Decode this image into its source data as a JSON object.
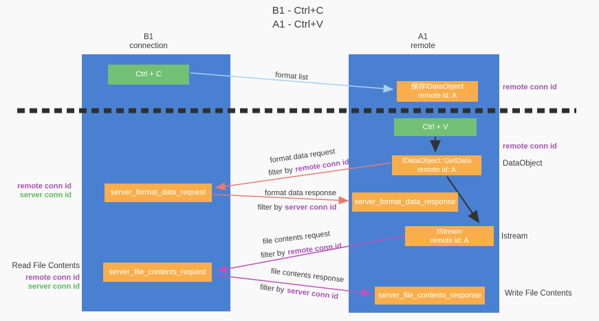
{
  "title": {
    "line1": "B1 - Ctrl+C",
    "line2": "A1 - Ctrl+V"
  },
  "lanes": {
    "left": {
      "name": "B1",
      "role": "connection"
    },
    "right": {
      "name": "A1",
      "role": "remote"
    }
  },
  "boxes": {
    "ctrl_c": {
      "label": "Ctrl + C"
    },
    "ctrl_v": {
      "label": "Ctrl + V"
    },
    "save_idataobject": {
      "line1": "保存IDataObject",
      "line2": "remote id: A"
    },
    "getdata": {
      "line1": "IDataObject::GetData",
      "line2": "remote id: A"
    },
    "istream": {
      "line1": "IStream",
      "line2": "remote id: A"
    },
    "server_format_data_request": {
      "label": "server_format_data_request"
    },
    "server_format_data_response": {
      "label": "server_format_data_response"
    },
    "server_file_contents_request": {
      "label": "server_file_contents_request"
    },
    "server_file_contents_response": {
      "label": "server_file_contents_response"
    }
  },
  "strings": {
    "remote_conn_id": "remote conn id",
    "server_conn_id": "server conn id",
    "filter_by": "filter by",
    "dataobject": "DataObject",
    "istream_side": "Istream",
    "read_file_contents": "Read File Contents",
    "write_file_contents": "Write File Contents"
  },
  "flows": {
    "format_list": "format list",
    "format_data_request": "format data request",
    "format_data_response": "format data response",
    "file_contents_request": "file contents request",
    "file_contents_response": "file contents response"
  },
  "colors": {
    "lane_blue": "#4a80d2",
    "box_green": "#72c074",
    "box_orange": "#f9ae4b",
    "arrow_light_blue": "#a9d2f0",
    "arrow_red": "#e87a72",
    "arrow_magenta": "#c050c0",
    "arrow_black": "#333333",
    "label_purple": "#a653b2",
    "label_green": "#5bb95f",
    "dashed_line": "#2f2f2f",
    "background": "#f9f9f9"
  }
}
